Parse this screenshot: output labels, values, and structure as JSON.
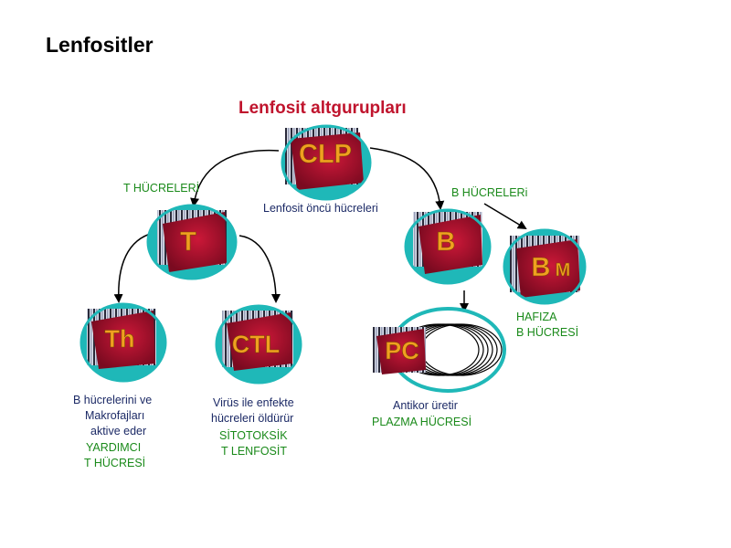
{
  "slide_title": "Lenfositler",
  "diagram_title": "Lenfosit altgurupları",
  "cells": {
    "clp": "CLP",
    "t": "T",
    "b": "B",
    "bm_main": "B",
    "bm_sub": "M",
    "th": "Th",
    "ctl": "CTL",
    "pc": "PC"
  },
  "labels": {
    "t_hucreleri": "T HÜCRELERİ",
    "b_hucreleri": "B HÜCRELERi",
    "lenfosit_oncu": "Lenfosit öncü hücreleri",
    "hafiza_1": "HAFIZA",
    "hafiza_2": "B HÜCRESİ",
    "th_1": "B hücrelerini ve",
    "th_2": "Makrofajları",
    "th_3": "aktive eder",
    "th_4": "YARDIMCI",
    "th_5": "T HÜCRESİ",
    "ctl_1": "Virüs ile enfekte",
    "ctl_2": "hücreleri öldürür",
    "ctl_3": "SİTOTOKSİK",
    "ctl_4": "T LENFOSİT",
    "pc_1": "Antikor üretir",
    "pc_2": "PLAZMA HÜCRESİ"
  },
  "colors": {
    "cell_outer": "#1fb8b8",
    "cell_nucleus": "#a80c2a",
    "cell_label": "#f0a020",
    "arrow": "#000000"
  }
}
